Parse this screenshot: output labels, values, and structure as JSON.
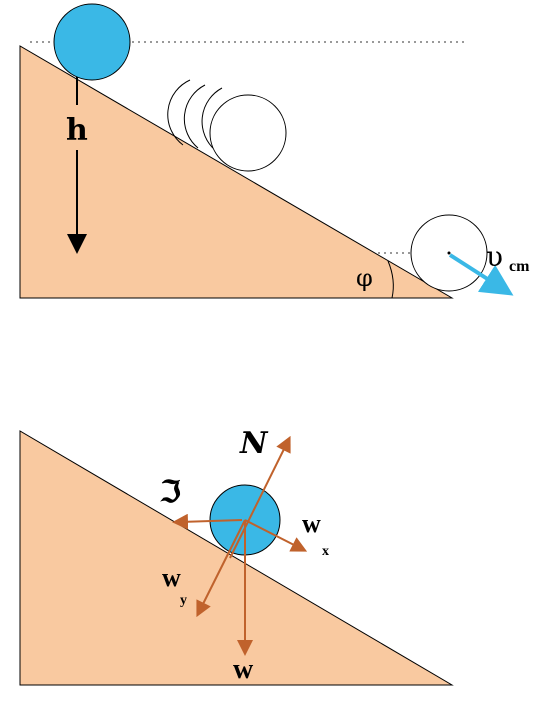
{
  "colors": {
    "incline_fill": "#f9c9a0",
    "ball_fill": "#3ab8e6",
    "force_arrow": "#c0622c",
    "velocity_arrow": "#3ab8e6",
    "outline": "#000000"
  },
  "top_diagram": {
    "height_label": "h",
    "angle_label": "φ",
    "velocity_label": "υ",
    "velocity_subscript": "cm"
  },
  "bottom_diagram": {
    "normal_label": "N",
    "friction_label": "ℑ",
    "wx_label": "w",
    "wx_subscript": "x",
    "wy_label": "w",
    "wy_subscript": "y",
    "weight_label": "w"
  }
}
